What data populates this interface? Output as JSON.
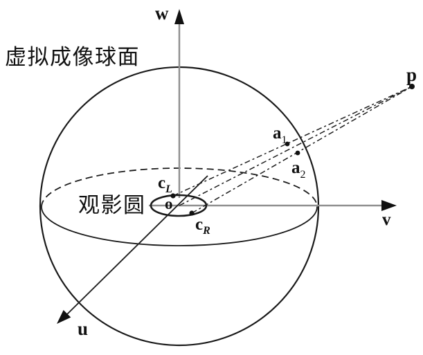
{
  "diagram": {
    "title_labels": {
      "sphere": "虚拟成像球面",
      "viewing_circle": "观影圆"
    },
    "axes": {
      "w": "w",
      "u": "u",
      "v": "v"
    },
    "points": {
      "origin": "o",
      "p": "p",
      "c_left": {
        "base": "c",
        "sub": "L"
      },
      "c_right": {
        "base": "c",
        "sub": "R"
      },
      "a1": {
        "base": "a",
        "sub": "1"
      },
      "a2": {
        "base": "a",
        "sub": "2"
      }
    },
    "colors": {
      "ink": "#1a1a1a",
      "axis_gray": "#909090",
      "background": "#ffffff"
    }
  }
}
